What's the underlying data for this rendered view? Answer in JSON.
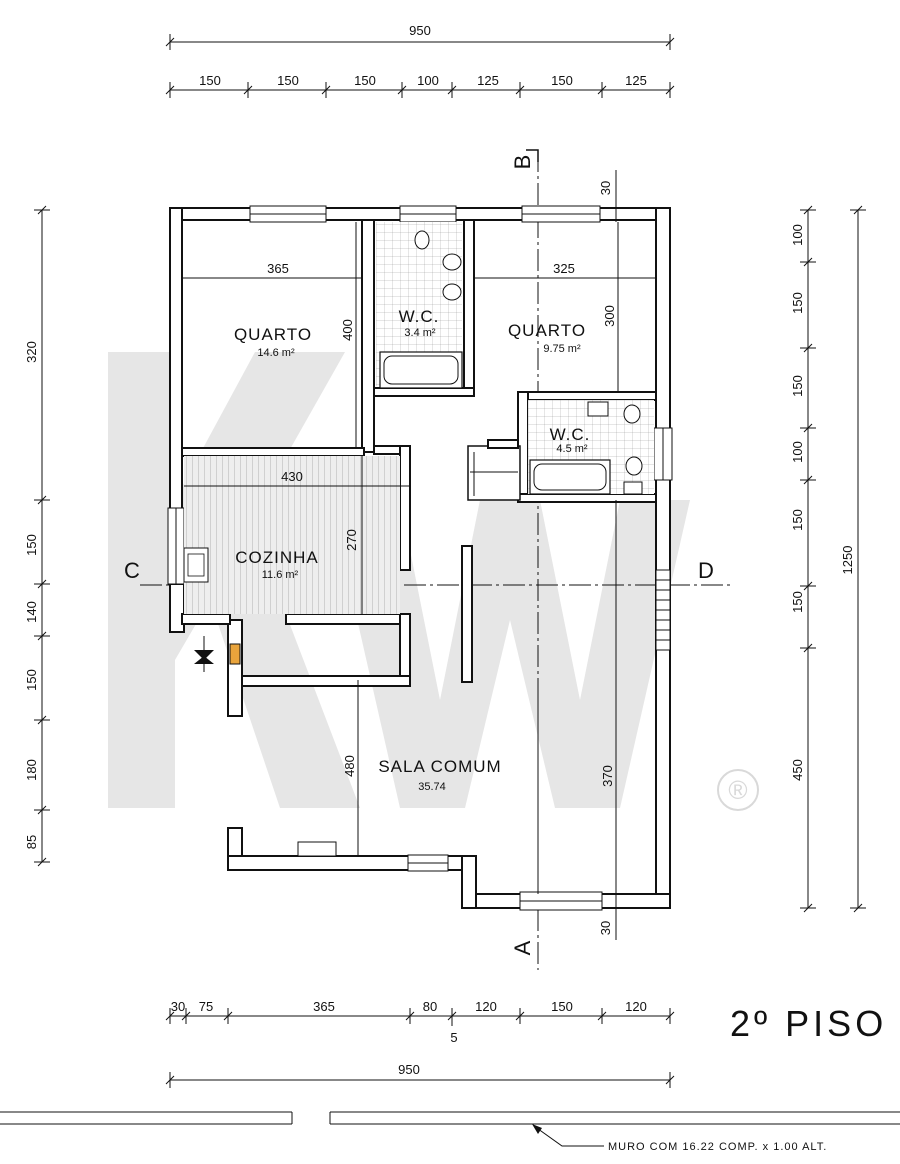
{
  "floor_title": "2º PISO",
  "watermark_symbol": "®",
  "overall": {
    "top_width": "950",
    "bottom_width": "950",
    "right_height": "1250"
  },
  "top_dims": [
    "150",
    "150",
    "150",
    "100",
    "125",
    "150",
    "125"
  ],
  "bottom_dims": [
    "30",
    "75",
    "365",
    "80",
    "120",
    "150",
    "120"
  ],
  "bottom_extra": "5",
  "left_dims": [
    "320",
    "150",
    "140",
    "150",
    "180",
    "85"
  ],
  "right_dims": [
    "100",
    "150",
    "150",
    "100",
    "150",
    "150",
    "450"
  ],
  "sections": {
    "a": "A",
    "b": "B",
    "c": "C",
    "d": "D"
  },
  "rooms": {
    "quarto1": {
      "name": "QUARTO",
      "area": "14.6  m²",
      "width": "365",
      "height": "400"
    },
    "wc1": {
      "name": "W.C.",
      "area": "3.4 m²"
    },
    "quarto2": {
      "name": "QUARTO",
      "area": "9.75 m²",
      "width": "325",
      "height": "300"
    },
    "wc2": {
      "name": "W.C.",
      "area": "4.5 m²"
    },
    "cozinha": {
      "name": "COZINHA",
      "area": "11.6  m²",
      "width": "430",
      "height": "270"
    },
    "sala": {
      "name": "SALA COMUM",
      "area": "35.74",
      "height_left": "480",
      "height_right": "370"
    }
  },
  "small_dims": {
    "top_30": "30",
    "bottom_30": "30"
  },
  "footer_note": "MURO COM 16.22 COMP. x 1.00 ALT."
}
